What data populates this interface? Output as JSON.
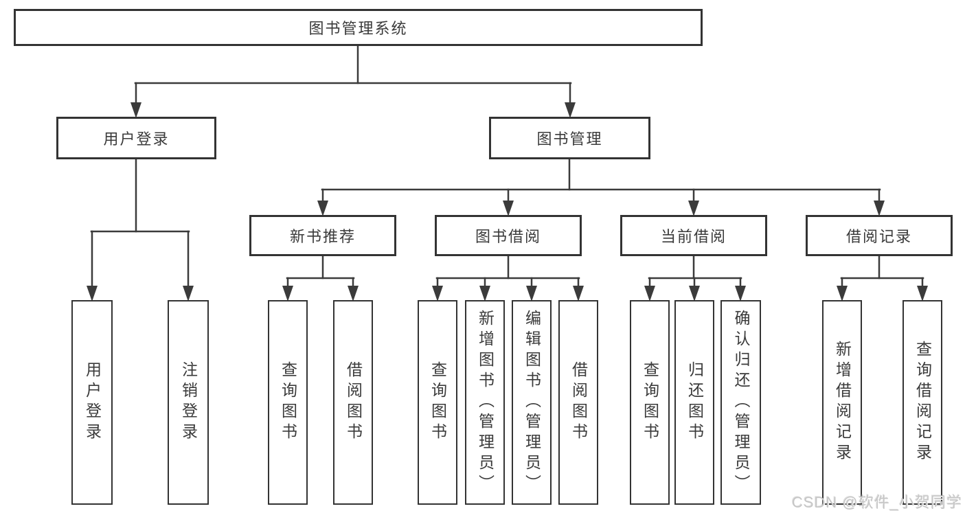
{
  "diagram_title": "图书管理系统",
  "nodes": {
    "root": {
      "label": "图书管理系统"
    },
    "level2": [
      {
        "label": "用户登录"
      },
      {
        "label": "图书管理"
      }
    ],
    "level3": [
      {
        "label": "新书推荐"
      },
      {
        "label": "图书借阅"
      },
      {
        "label": "当前借阅"
      },
      {
        "label": "借阅记录"
      }
    ],
    "leaves": {
      "user_login": [
        {
          "label": "用户登录"
        },
        {
          "label": "注销登录"
        }
      ],
      "new_books": [
        {
          "label": "查询图书"
        },
        {
          "label": "借阅图书"
        }
      ],
      "book_borrow": [
        {
          "label": "查询图书"
        },
        {
          "label": "新增图书（管理员）"
        },
        {
          "label": "编辑图书（管理员）"
        },
        {
          "label": "借阅图书"
        }
      ],
      "current_borrow": [
        {
          "label": "查询图书"
        },
        {
          "label": "归还图书"
        },
        {
          "label": "确认归还（管理员）"
        }
      ],
      "borrow_records": [
        {
          "label": "新增借阅记录"
        },
        {
          "label": "查询借阅记录"
        }
      ]
    }
  },
  "watermark": {
    "text": "CSDN @软件_小贺同学"
  },
  "colors": {
    "line": "#3b3b3b",
    "box_border": "#333333",
    "box_fill": "#ffffff",
    "text": "#3a3a3a",
    "watermark": "#c6c6c6"
  }
}
